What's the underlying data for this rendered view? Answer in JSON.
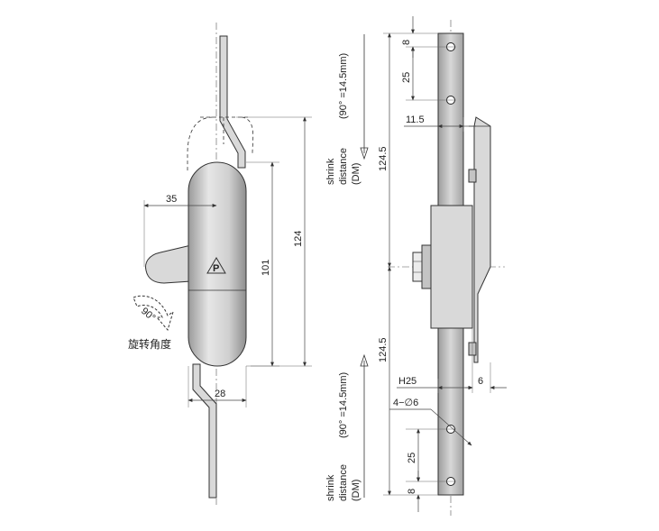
{
  "dimensions": {
    "d35": "35",
    "d28": "28",
    "d101": "101",
    "d124": "124",
    "d8_top": "8",
    "d25_top": "25",
    "d11_5": "11.5",
    "d124_5_top": "124.5",
    "d124_5_bottom": "124.5",
    "dH25": "H25",
    "d6": "6",
    "hole_spec": "4−∅6",
    "d25_bottom": "25",
    "d8_bottom": "8"
  },
  "rotation": {
    "angle": "90°",
    "label": "旋转角度"
  },
  "shrink_top": {
    "line1": "shrink",
    "line2": "distance",
    "line3": "(DM)",
    "note": "(90°  =14.5mm)"
  },
  "shrink_bottom": {
    "line1": "shrink",
    "line2": "distance",
    "line3": "(DM)",
    "note": "(90°  =14.5mm)"
  },
  "logo": {
    "letter": "P",
    "icon": "brand-triangle-icon"
  }
}
